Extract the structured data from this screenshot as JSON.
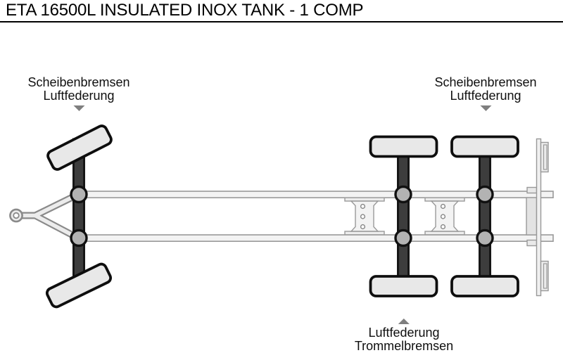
{
  "header": {
    "title": "ETA 16500L INSULATED INOX TANK - 1 COMP"
  },
  "annotations": {
    "front_axle": {
      "line1": "Scheibenbremsen",
      "line2": "Luftfederung",
      "pointer": "down"
    },
    "rear_axle_disc": {
      "line1": "Scheibenbremsen",
      "line2": "Luftfederung",
      "pointer": "down"
    },
    "rear_axle_drum": {
      "line1": "Luftfederung",
      "line2": "Trommelbremsen",
      "pointer": "up"
    }
  },
  "colors": {
    "background": "#ffffff",
    "title_text": "#000000",
    "label_text": "#0f0f0f",
    "pointer_gray": "#7f7f7f",
    "wheel_fill": "#e8e8e8",
    "wheel_outline": "#0e0e0e",
    "axle_fill": "#3d3d3d",
    "hub_fill": "#b3b3b3",
    "frame_fill": "#f3f3f3",
    "frame_stroke": "#999999"
  }
}
